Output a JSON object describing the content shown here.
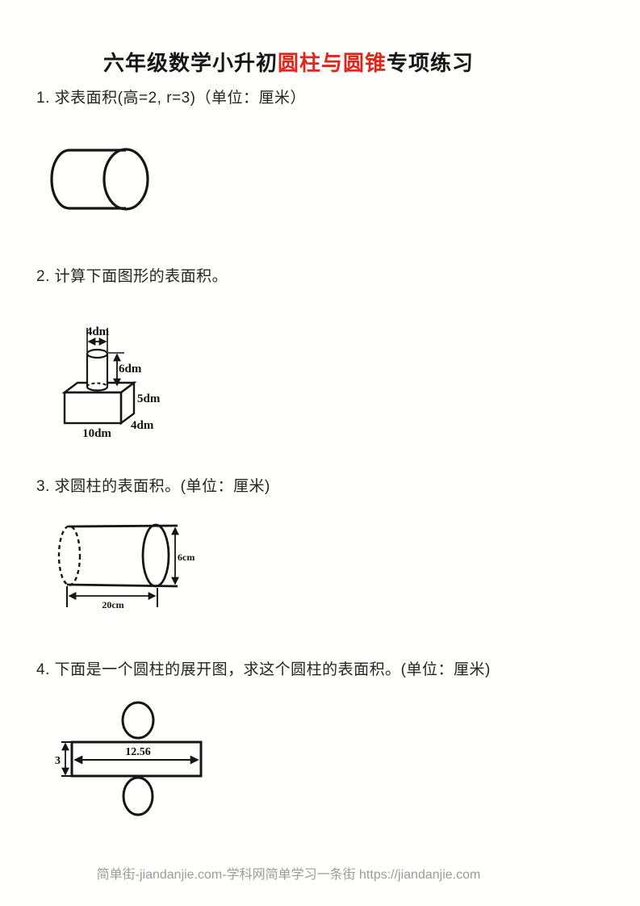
{
  "title": {
    "prefix": "六年级数学小升初",
    "highlight": "圆柱与圆锥",
    "suffix": "专项练习",
    "highlight_color": "#e0251a"
  },
  "questions": [
    {
      "number": "1.",
      "text": "求表面积(高=2, r=3)（单位：厘米）"
    },
    {
      "number": "2.",
      "text": "计算下面图形的表面积。"
    },
    {
      "number": "3.",
      "text": "求圆柱的表面积。(单位：厘米)"
    },
    {
      "number": "4.",
      "text": "下面是一个圆柱的展开图，求这个圆柱的表面积。(单位：厘米)"
    }
  ],
  "figures": {
    "q1_cylinder": {
      "description": "horizontal cylinder line drawing, no labels"
    },
    "q2_composite": {
      "cylinder_diameter": "4dm",
      "cylinder_height": "6dm",
      "box_height": "5dm",
      "box_depth": "4dm",
      "box_width": "10dm"
    },
    "q3_cylinder": {
      "diameter": "6cm",
      "length": "20cm"
    },
    "q4_net": {
      "rect_width": "12.56",
      "rect_height": "3"
    }
  },
  "footer": {
    "text": "简单街-jiandanjie.com-学科网简单学习一条街 https://jiandanjie.com"
  },
  "colors": {
    "accent_red": "#e0251a",
    "ink": "#1c1c1c",
    "footer_gray": "#9b9b9b"
  }
}
